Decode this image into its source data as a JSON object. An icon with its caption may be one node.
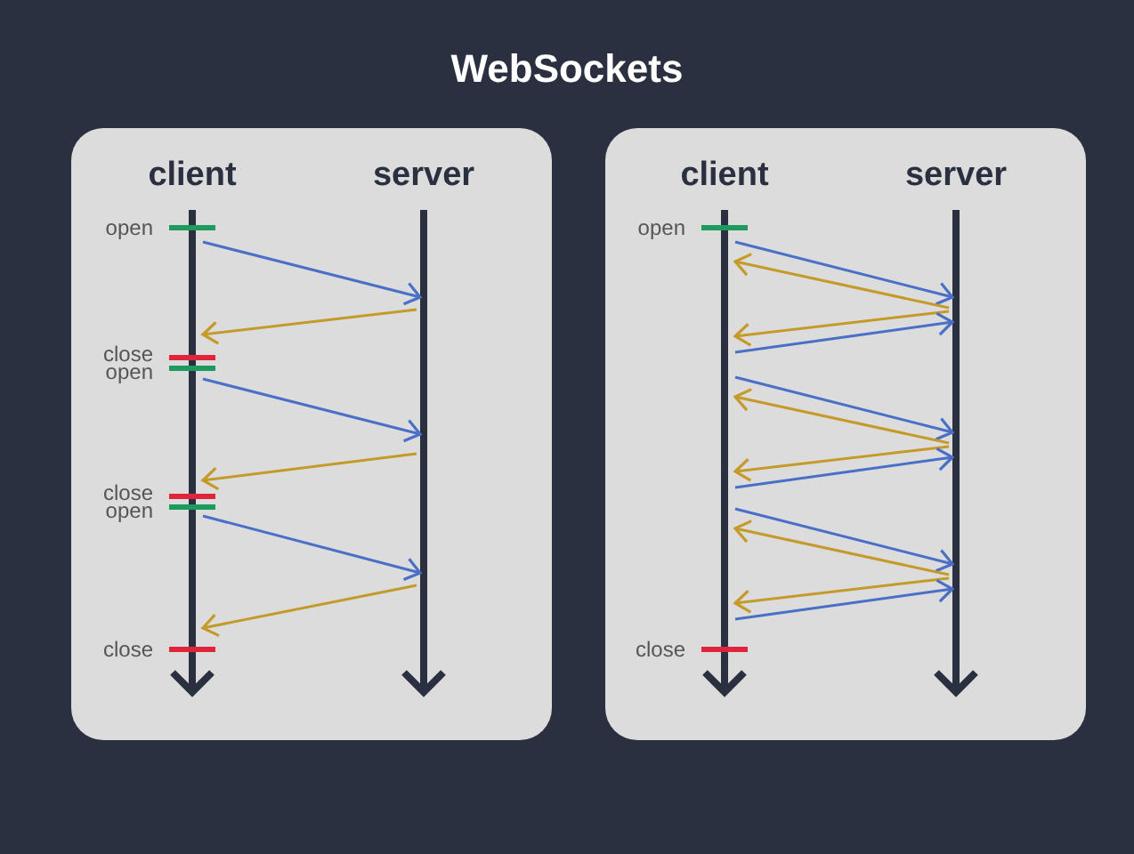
{
  "diagram": {
    "title": "WebSockets",
    "nodes": [
      {
        "text": [],
        "shape": "box"
      },
      {
        "text": [
          "client"
        ],
        "in": 0
      },
      {
        "text": [
          "server"
        ],
        "in": 0
      },
      {
        "text": [],
        "shape": "box"
      },
      {
        "text": [
          "client"
        ],
        "in": 3
      },
      {
        "text": [
          "server"
        ],
        "in": 3
      }
    ],
    "edges": [
      {
        "from": 1,
        "to": 2,
        "arrow": "to",
        "color": "#4a6fc7"
      },
      {
        "from": 2,
        "to": 1,
        "arrow": "to",
        "color": "#c49a2a"
      },
      {
        "from": 1,
        "to": 2,
        "arrow": "to",
        "color": "#4a6fc7"
      },
      {
        "from": 2,
        "to": 1,
        "arrow": "to",
        "color": "#c49a2a"
      },
      {
        "from": 1,
        "to": 2,
        "arrow": "to",
        "color": "#4a6fc7"
      },
      {
        "from": 2,
        "to": 1,
        "arrow": "to",
        "color": "#c49a2a"
      },
      {
        "from": 4,
        "to": 5,
        "arrow": "to",
        "color": "#4a6fc7"
      },
      {
        "from": 5,
        "to": 4,
        "arrow": "to",
        "color": "#c49a2a"
      },
      {
        "from": 5,
        "to": 4,
        "arrow": "to",
        "color": "#c49a2a"
      },
      {
        "from": 4,
        "to": 5,
        "arrow": "to",
        "color": "#4a6fc7"
      },
      {
        "from": 4,
        "to": 5,
        "arrow": "to",
        "color": "#4a6fc7"
      },
      {
        "from": 5,
        "to": 4,
        "arrow": "to",
        "color": "#c49a2a"
      },
      {
        "from": 5,
        "to": 4,
        "arrow": "to",
        "color": "#c49a2a"
      },
      {
        "from": 4,
        "to": 5,
        "arrow": "to",
        "color": "#4a6fc7"
      },
      {
        "from": 4,
        "to": 5,
        "arrow": "to",
        "color": "#4a6fc7"
      },
      {
        "from": 5,
        "to": 4,
        "arrow": "to",
        "color": "#c49a2a"
      },
      {
        "from": 5,
        "to": 4,
        "arrow": "to",
        "color": "#c49a2a"
      },
      {
        "from": 4,
        "to": 5,
        "arrow": "to",
        "color": "#4a6fc7"
      }
    ],
    "labels": [
      "open",
      "close",
      "open",
      "close",
      "open",
      "close",
      "open",
      "close"
    ]
  }
}
